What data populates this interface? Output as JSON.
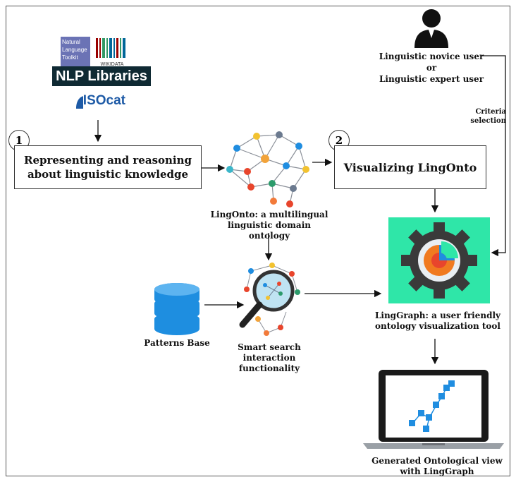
{
  "libraries": {
    "nltk_logo_text": "Natural Language Toolkit",
    "wikidata_text": "WIKIDATA",
    "banner": "NLP Libraries",
    "isocat": "ISOcat"
  },
  "user": {
    "line1": "Linguistic novice user",
    "line2": "or",
    "line3": "Linguistic expert  user",
    "criteria": "Criteria selection"
  },
  "step1": {
    "number": "1",
    "line1": "Representing and reasoning",
    "line2": "about linguistic knowledge"
  },
  "step2": {
    "number": "2",
    "label": "Visualizing LingOnto"
  },
  "lingonto": {
    "line1": "LingOnto: a multilingual",
    "line2": "linguistic domain ontology"
  },
  "lingraph": {
    "line1": "LingGraph: a user friendly",
    "line2": "ontology visualization tool"
  },
  "patterns": {
    "label": "Patterns Base"
  },
  "search": {
    "line1": "Smart search interaction",
    "line2": "functionality"
  },
  "output": {
    "line1": "Generated Ontological view",
    "line2": "with LingGraph"
  },
  "colors": {
    "gear_bg": "#2fe6a8",
    "gear": "#3a3a3a",
    "db_blue": "#1e8ee0",
    "node_blue": "#1f8de0",
    "banner_bg": "#0f2a33"
  },
  "icons": [
    "user-icon",
    "brain-network-icon",
    "gear-chart-icon",
    "database-icon",
    "magnifier-network-icon",
    "laptop-icon"
  ]
}
